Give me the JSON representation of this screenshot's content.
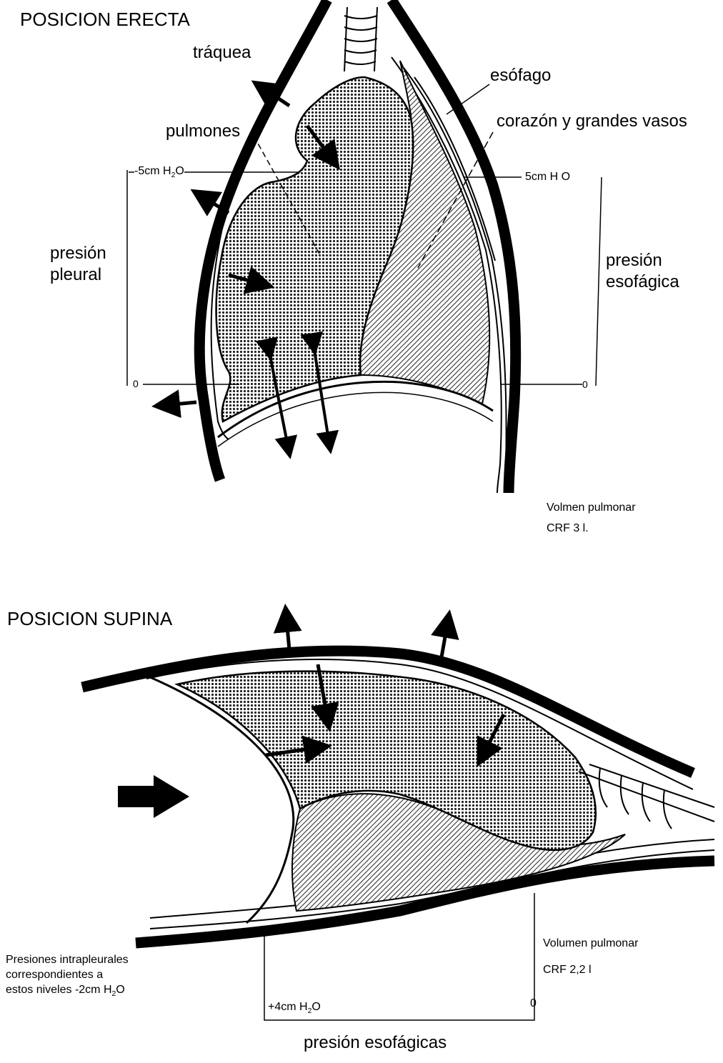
{
  "erect": {
    "title": "POSICION ERECTA",
    "trachea": "tráquea",
    "lungs": "pulmones",
    "esophagus": "esófago",
    "heart": "corazón y grandes vasos",
    "pleural_top": "-5cm H",
    "pleural_top_sub": "2",
    "pleural_top_end": "O",
    "esoph_top": "5cm H  O",
    "pleural_label": "presión\npleural",
    "esoph_label": "presión\nesofágica",
    "zero_left": "0",
    "zero_right": "0",
    "volume": "Volmen pulmonar",
    "crf": "CRF 3 l."
  },
  "supine": {
    "title": "POSICION SUPINA",
    "intrapleural": "Presiones intrapleurales\ncorrespondientes a\nestos niveles -2cm H",
    "intrapleural_sub": "2",
    "intrapleural_end": "O",
    "plus4": "+4cm H",
    "plus4_sub": "2",
    "plus4_end": "O",
    "zero": "0",
    "volume": "Volumen pulmonar",
    "crf": "CRF 2,2 l",
    "bottom": "presión esofágicas"
  },
  "colors": {
    "ink": "#000000",
    "paper": "#ffffff",
    "lung": "#8a8a8a",
    "heart": "#b4b4b4"
  }
}
